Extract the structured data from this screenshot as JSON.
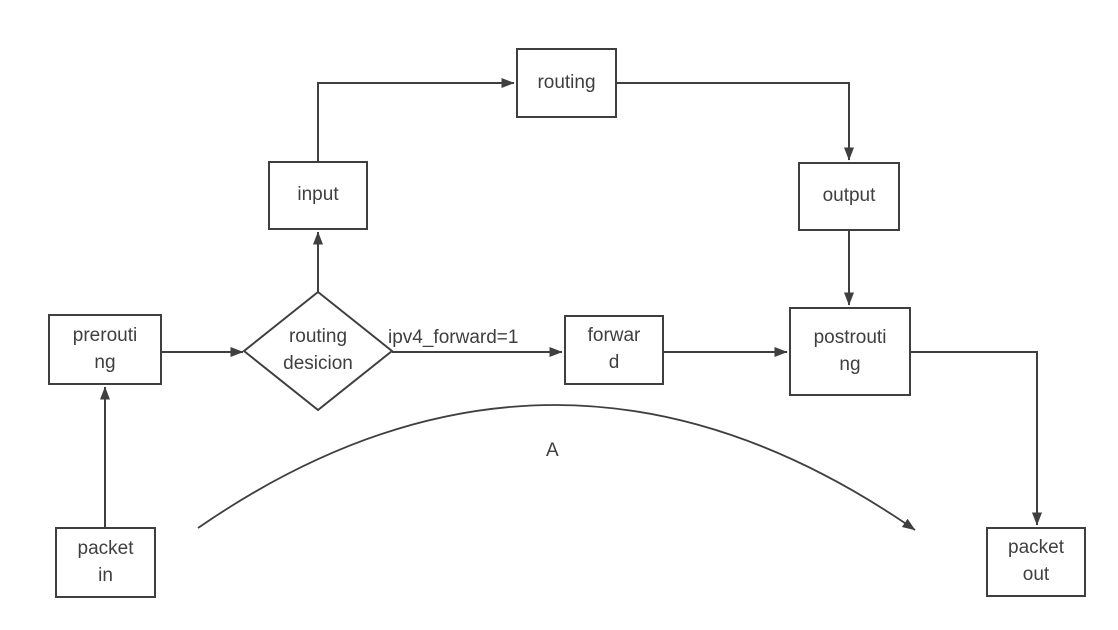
{
  "diagram": {
    "background_color": "#ffffff",
    "line_color": "#3f3f3f",
    "nodes": {
      "packet_in": {
        "label": "packet\nin"
      },
      "prerouting": {
        "label": "prerouti\nng"
      },
      "routing_decision": {
        "label": "routing\ndesicion"
      },
      "input": {
        "label": "input"
      },
      "routing": {
        "label": "routing"
      },
      "output": {
        "label": "output"
      },
      "forward": {
        "label": "forwar\nd"
      },
      "postrouting": {
        "label": "postrouti\nng"
      },
      "packet_out": {
        "label": "packet\nout"
      }
    },
    "labels": {
      "ipv4_forward": "ipv4_forward=1",
      "bypass_curve": "A"
    }
  }
}
